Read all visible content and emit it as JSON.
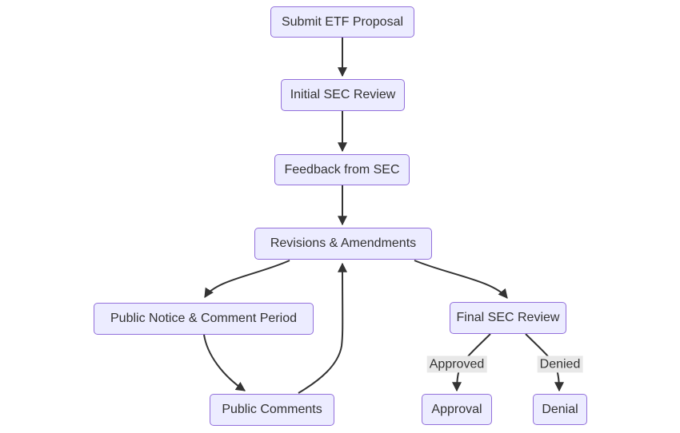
{
  "diagram": {
    "type": "flowchart",
    "direction": "top-down",
    "background": "#ffffff",
    "nodes": {
      "submit": "Submit ETF Proposal",
      "initial_review": "Initial SEC Review",
      "feedback": "Feedback from SEC",
      "revisions": "Revisions & Amendments",
      "public_notice": "Public Notice & Comment Period",
      "final_review": "Final SEC Review",
      "public_comments": "Public Comments",
      "approval": "Approval",
      "denial": "Denial"
    },
    "edge_labels": {
      "approved": "Approved",
      "denied": "Denied"
    },
    "edges": [
      {
        "from": "submit",
        "to": "initial_review",
        "label": ""
      },
      {
        "from": "initial_review",
        "to": "feedback",
        "label": ""
      },
      {
        "from": "feedback",
        "to": "revisions",
        "label": ""
      },
      {
        "from": "revisions",
        "to": "public_notice",
        "label": ""
      },
      {
        "from": "revisions",
        "to": "final_review",
        "label": ""
      },
      {
        "from": "public_notice",
        "to": "public_comments",
        "label": ""
      },
      {
        "from": "public_comments",
        "to": "revisions",
        "label": ""
      },
      {
        "from": "final_review",
        "to": "approval",
        "label": "Approved"
      },
      {
        "from": "final_review",
        "to": "denial",
        "label": "Denied"
      }
    ],
    "colors": {
      "node_fill": "#ECECFF",
      "node_border": "#9370DB",
      "edge_stroke": "#333333",
      "text": "#333333",
      "edge_label_bg": "#e8e8e8"
    }
  }
}
